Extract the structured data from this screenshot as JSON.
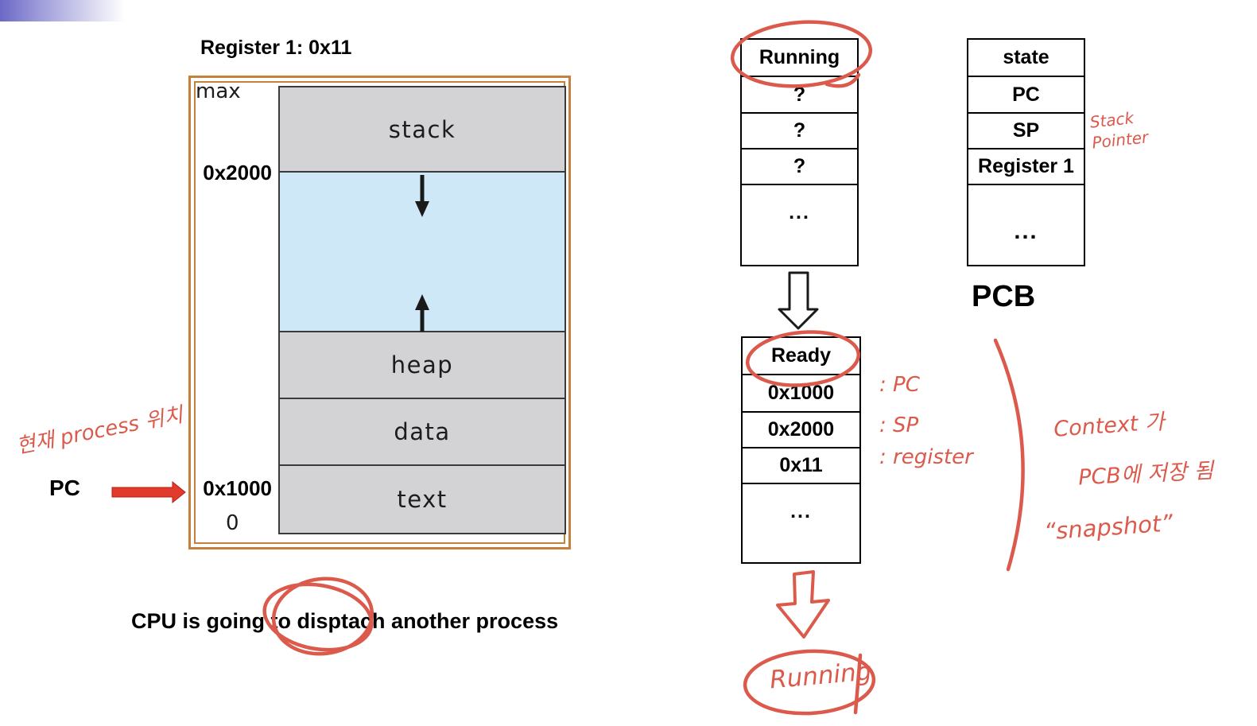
{
  "colors": {
    "pen_red": "#dc5a4c",
    "arrow_red": "#e23a2b",
    "frame_orange": "#c5803b",
    "segment_gray": "#d3d3d5",
    "free_space_blue": "#cfe8f8",
    "accent_purple": "#6b68c7"
  },
  "memory": {
    "title": "Register 1: 0x11",
    "max_label": "max",
    "zero_label": "0",
    "stack_boundary_addr": "0x2000",
    "text_boundary_addr": "0x1000",
    "pc_label": "PC",
    "segments": [
      "stack",
      "heap",
      "data",
      "text"
    ]
  },
  "caption": {
    "before": "CPU is going to",
    "circled": "disptach",
    "after": "another process"
  },
  "registers_table": {
    "rows": [
      "Running",
      "?",
      "?",
      "?",
      "..."
    ]
  },
  "pcb_table": {
    "rows": [
      "state",
      "PC",
      "SP",
      "Register 1",
      "..."
    ],
    "caption": "PCB"
  },
  "saved_table": {
    "rows": [
      "Ready",
      "0x1000",
      "0x2000",
      "0x11",
      "..."
    ]
  },
  "handwritten": {
    "current_process_note": "현재 process 위치",
    "stack_pointer_line1": "Stack",
    "stack_pointer_line2": "Pointer",
    "pc_note": ": PC",
    "sp_note": ": SP",
    "register_note": ": register",
    "context_line1": "Context 가",
    "context_line2": "PCB에 저장 됨",
    "snapshot_note": "“snapshot”",
    "running_state": "Running"
  }
}
